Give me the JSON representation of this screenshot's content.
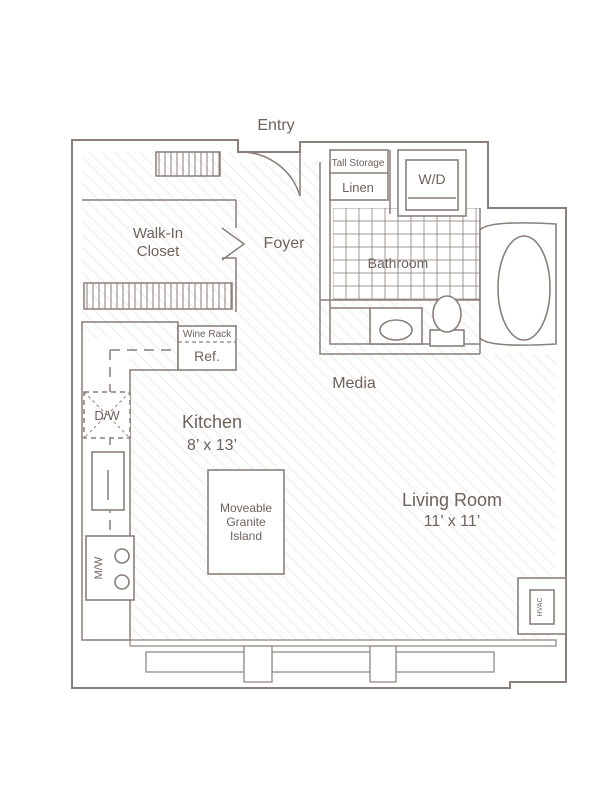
{
  "plan": {
    "labels": {
      "entry": "Entry",
      "tall_storage": "Tall Storage",
      "linen": "Linen",
      "washer_dryer": "W/D",
      "walk_in_closet_line1": "Walk-In",
      "walk_in_closet_line2": "Closet",
      "foyer": "Foyer",
      "bathroom": "Bathroom",
      "wine_rack": "Wine Rack",
      "refrigerator": "Ref.",
      "media": "Media",
      "dishwasher": "D/W",
      "kitchen": "Kitchen",
      "kitchen_size": "8’ x 13’",
      "island_line1": "Moveable",
      "island_line2": "Granite",
      "island_line3": "Island",
      "living_room": "Living Room",
      "living_room_size": "11’ x 11’",
      "microwave": "M/W",
      "hvac": "HVAC"
    },
    "colors": {
      "line": "#8a7f79",
      "text": "#6e625b",
      "hatch": "#e6e2df",
      "background": "#ffffff"
    }
  }
}
